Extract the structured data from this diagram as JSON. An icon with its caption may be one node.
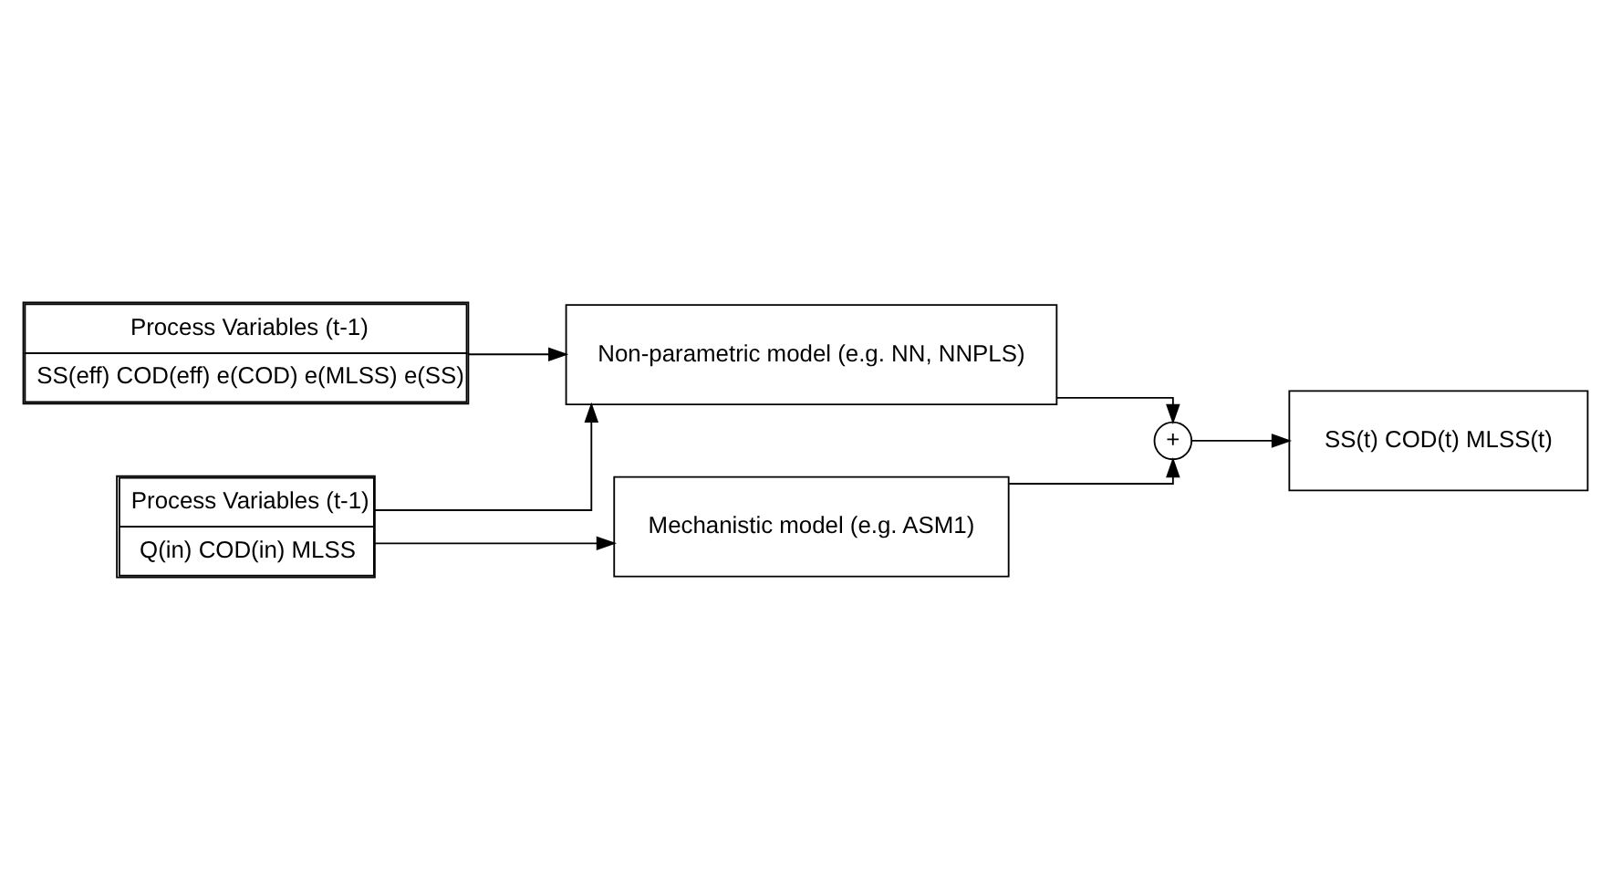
{
  "diagram": {
    "nodes": [
      {
        "text": [
          "Process Variables (t-1)",
          "SS(eff) COD(eff) e(COD) e(MLSS) e(SS)"
        ]
      },
      {
        "text": [
          "Process Variables (t-1)",
          "Q(in) COD(in) MLSS"
        ]
      },
      {
        "text": [
          "Non-parametric model (e.g. NN, NNPLS)"
        ]
      },
      {
        "text": [
          "Mechanistic model (e.g. ASM1)"
        ]
      },
      {
        "text": [
          "+"
        ]
      },
      {
        "text": [
          "SS(t) COD(t) MLSS(t)"
        ]
      }
    ],
    "edges": [
      {
        "from": 0,
        "to": 2,
        "arrow": "to"
      },
      {
        "from": 1,
        "to": 2,
        "arrow": "to"
      },
      {
        "from": 1,
        "to": 3,
        "arrow": "to"
      },
      {
        "from": 2,
        "to": 4,
        "arrow": "to"
      },
      {
        "from": 3,
        "to": 4,
        "arrow": "to"
      },
      {
        "from": 4,
        "to": 5,
        "arrow": "to"
      }
    ]
  }
}
